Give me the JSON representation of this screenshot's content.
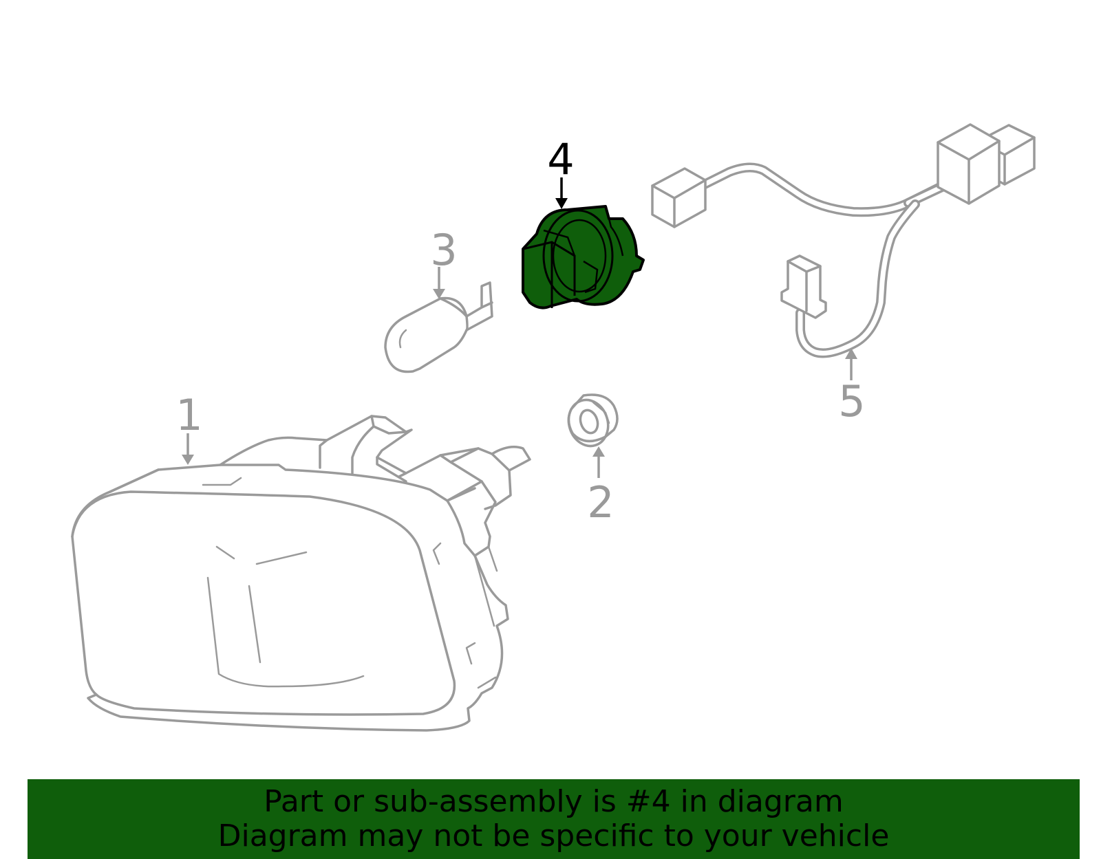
{
  "callouts": {
    "c1": "1",
    "c2": "2",
    "c3": "3",
    "c4": "4",
    "c5": "5"
  },
  "highlight_part": "4",
  "colors": {
    "highlight_fill": "#0f5e0b",
    "banner_bg": "#0f5e0b",
    "part_outline": "#9a9a9a",
    "highlight_outline": "#000000"
  },
  "banner": {
    "line1": "Part or sub-assembly is #4 in diagram",
    "line2": "Diagram may not be specific to your vehicle"
  }
}
